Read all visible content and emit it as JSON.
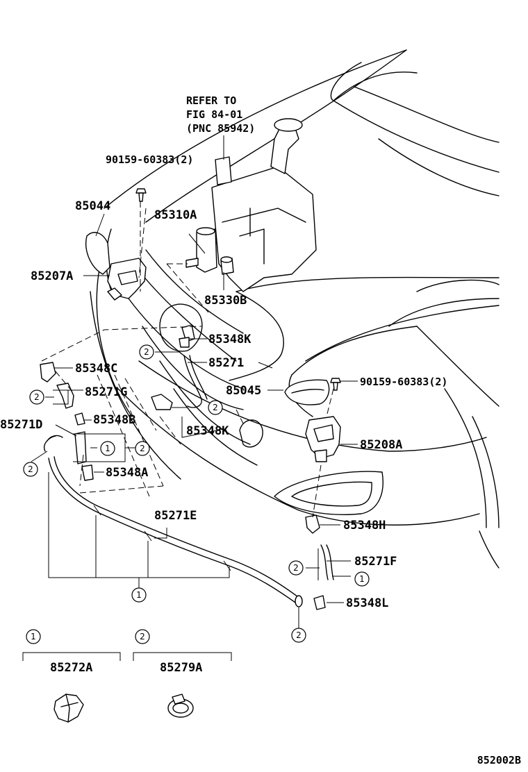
{
  "refer": {
    "line1": "REFER TO",
    "line2": "FIG 84-01",
    "line3": "(PNC 85942)"
  },
  "labels": {
    "bolt_top": "90159-60383(2)",
    "p85044": "85044",
    "p85310A": "85310A",
    "p85207A": "85207A",
    "p85330B": "85330B",
    "p85348K_1": "85348K",
    "p85271": "85271",
    "p85348C": "85348C",
    "p85045": "85045",
    "bolt_right": "90159-60383(2)",
    "p85271G": "85271G",
    "p85348B": "85348B",
    "p85271D": "85271D",
    "p85348K_2": "85348K",
    "p85208A": "85208A",
    "p85348A": "85348A",
    "p85271E": "85271E",
    "p85348H": "85348H",
    "p85271F": "85271F",
    "p85348L": "85348L"
  },
  "callouts": {
    "one": "1",
    "two": "2"
  },
  "legend": {
    "item1_num": "1",
    "item1_part": "85272A",
    "item2_num": "2",
    "item2_part": "85279A"
  },
  "figure_id": "852002B"
}
